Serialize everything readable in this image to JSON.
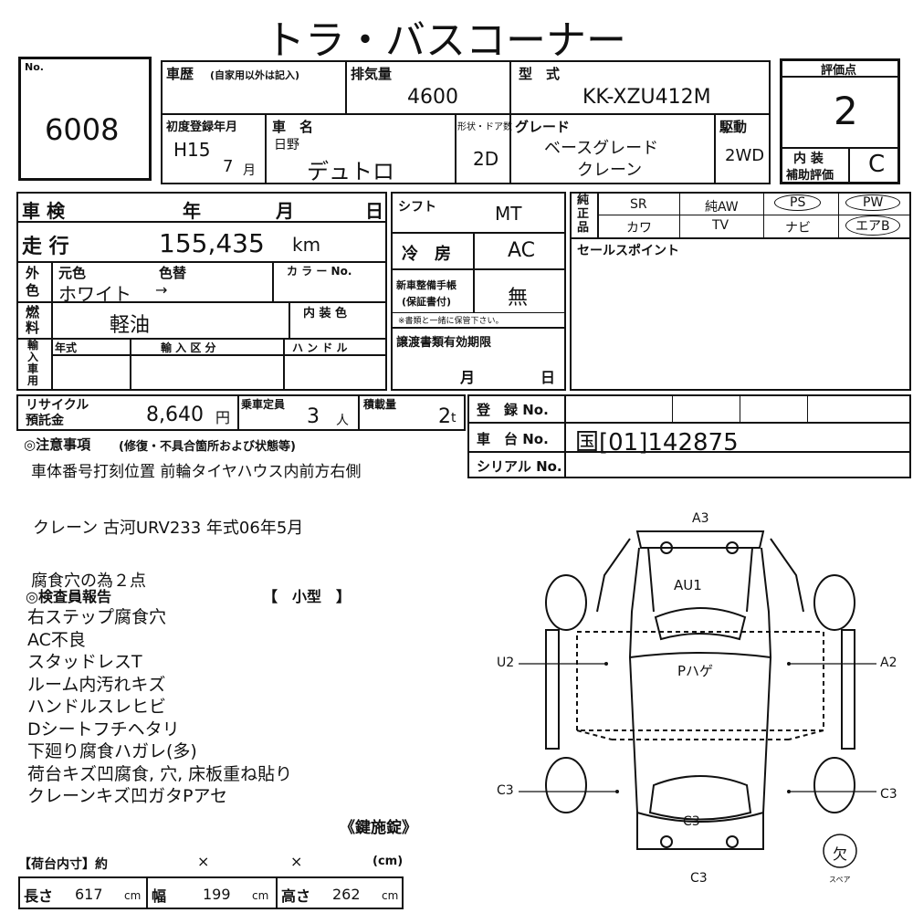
{
  "title": "トラ・バスコーナー",
  "no_label": "No.",
  "no_value": "6008",
  "history_label": "車歴",
  "history_note": "(自家用以外は記入)",
  "displacement_label": "排気量",
  "displacement": "4600",
  "model_label": "型　式",
  "model": "KK-XZU412M",
  "grade_box_label": "評価点",
  "grade_score": "2",
  "first_reg_label": "初度登録年月",
  "first_reg_era": "H15",
  "first_reg_month": "7",
  "month_unit": "月",
  "car_name_label": "車　名",
  "maker": "日野",
  "car_name": "デュトロ",
  "shape_door_label": "形状・ドア数",
  "shape_door": "2D",
  "grade_label": "グレード",
  "grade_line1": "ベースグレード",
  "grade_line2": "クレーン",
  "drive_label": "駆動",
  "drive": "2WD",
  "interior_label_1": "内 装",
  "interior_label_2": "補助評価",
  "interior_score": "C",
  "shaken_label": "車 検",
  "year_unit": "年",
  "day_unit": "日",
  "shift_label": "シフト",
  "shift": "MT",
  "genuine_label": "純正品",
  "equip": {
    "sr": "SR",
    "aw": "純AW",
    "ps": "PS",
    "pw": "PW",
    "leather": "カワ",
    "tv": "TV",
    "navi": "ナビ",
    "airbag": "エアB"
  },
  "mileage_label": "走 行",
  "mileage": "155,435",
  "mileage_unit": "km",
  "ac_label": "冷　房",
  "ac": "AC",
  "sales_points_label": "セールスポイント",
  "color_label": "外色",
  "orig_color_label": "元色",
  "color_change_label": "色替",
  "color_no_label": "カ ラ ー No.",
  "color": "ホワイト",
  "color_arrow": "→",
  "manual_label_1": "新車整備手帳",
  "manual_label_2": "(保証書付)",
  "manual": "無",
  "manual_note": "※書類と一緒に保管下さい。",
  "fuel_label": "燃料",
  "fuel": "軽油",
  "interior_color_label": "内 装 色",
  "import_label": "輸入車用",
  "import_year_label": "年式",
  "import_type_label": "輸 入 区 分",
  "handle_label": "ハ ン ド ル",
  "transfer_label": "譲渡書類有効期限",
  "recycle_label_1": "リサイクル",
  "recycle_label_2": "預託金",
  "recycle": "8,640",
  "yen_unit": "円",
  "capacity_label": "乗車定員",
  "capacity": "3",
  "capacity_unit": "人",
  "load_label": "積載量",
  "load": "2",
  "load_unit": "t",
  "reg_no_label": "登　録 No.",
  "chassis_no_label": "車　台 No.",
  "chassis_no": "国[01]142875",
  "serial_no_label": "シリアル No.",
  "notes_label": "◎注意事項",
  "notes_sub": "(修復・不具合箇所および状態等)",
  "notes_text": "車体番号打刻位置 前輪タイヤハウス内前方右側",
  "crane_info": "クレーン 古河URV233 年式06年5月",
  "corrosion_note": "腐食穴の為２点",
  "inspector_label": "◎検査員報告",
  "size_class": "【　小型　】",
  "report_lines": [
    "右ステップ腐食穴",
    "AC不良",
    "スタッドレスT",
    "ルーム内汚れキズ",
    "ハンドルスレヒビ",
    "Dシートフチヘタリ",
    "下廻り腐食ハガレ(多)",
    "荷台キズ凹腐食, 穴, 床板重ね貼り",
    "クレーンキズ凹ガタPアセ"
  ],
  "key_label": "《鍵施錠》",
  "bed_label": "【荷台内寸】約",
  "times": "×",
  "cm_label": "(cm)",
  "length_label": "長さ",
  "length": "617",
  "width_label": "幅",
  "width": "199",
  "height_label": "高さ",
  "height": "262",
  "cm": "cm",
  "diagram": {
    "a3": "A3",
    "au1": "AU1",
    "u2": "U2",
    "a2": "A2",
    "phage": "Pハゲ",
    "c3_left": "C3",
    "c3_right": "C3",
    "c3_center": "C3",
    "c3_bottom": "C3",
    "spare_kanji": "欠",
    "spare_label": "スペア"
  }
}
